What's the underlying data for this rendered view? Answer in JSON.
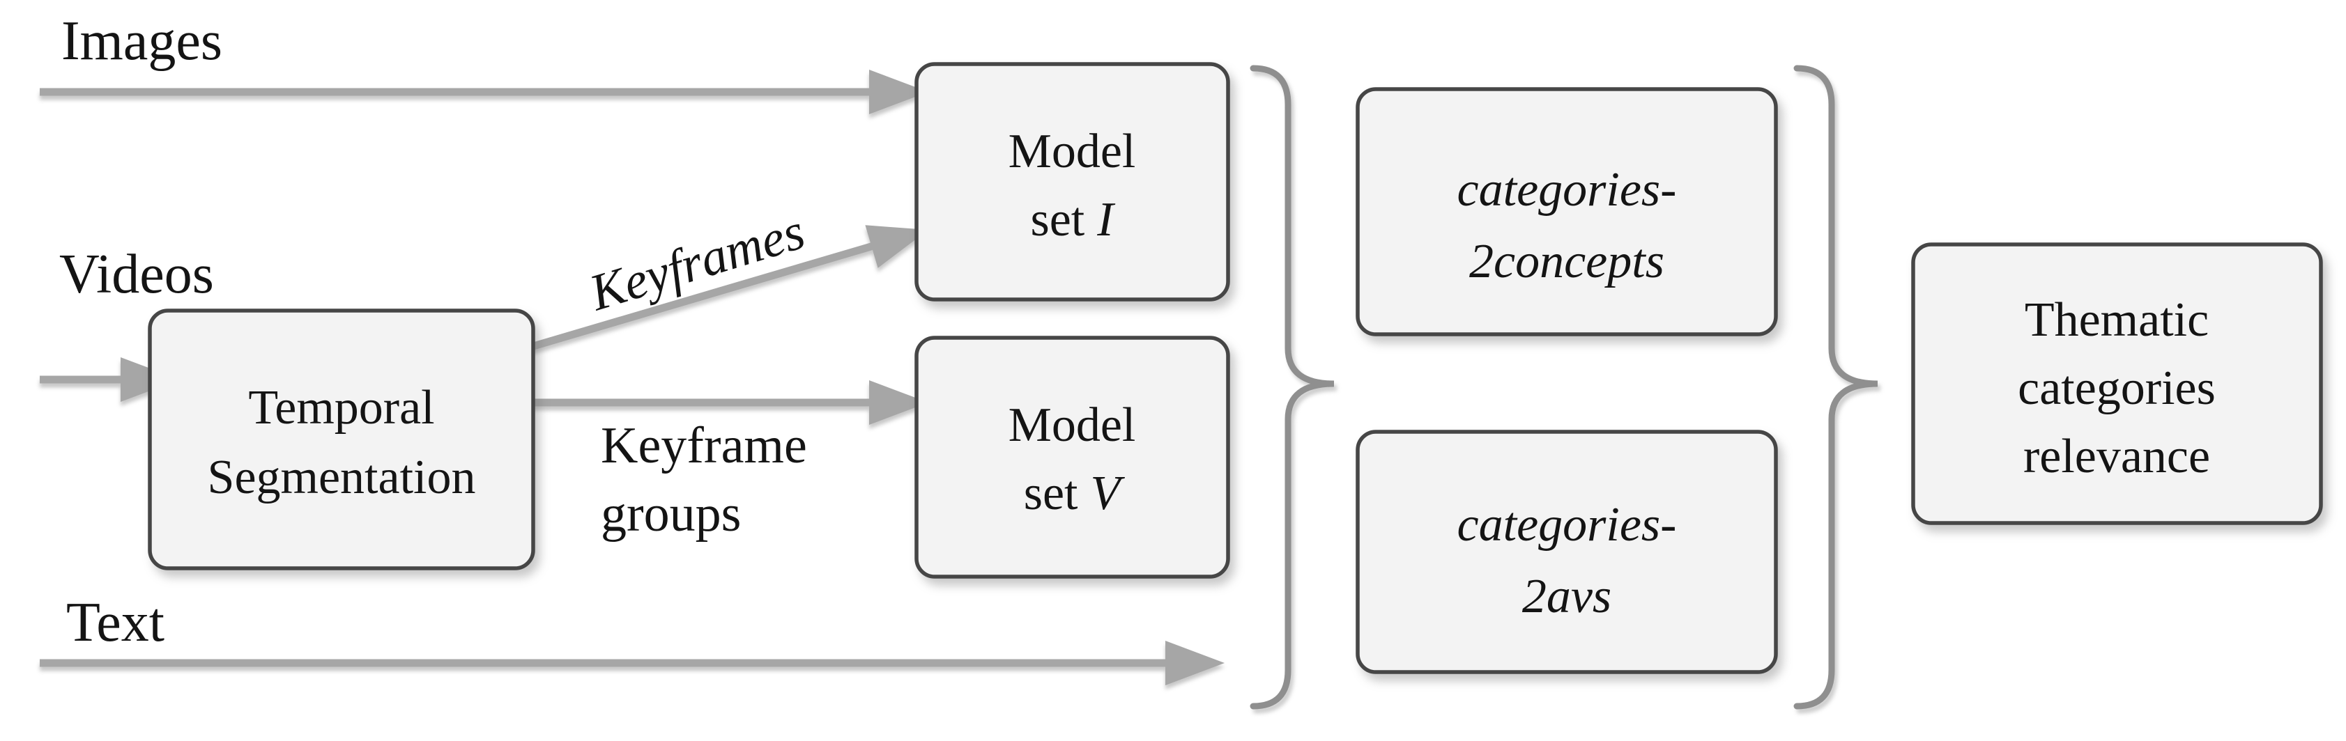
{
  "figure": {
    "background": "#ffffff",
    "colors": {
      "arrow": "#a6a6a6",
      "brace": "#8f8f8f",
      "box_fill": "#f3f3f3",
      "box_border": "#464646",
      "text_color": "#141414"
    },
    "input_labels": {
      "images": "Images",
      "videos": "Videos",
      "text": "Text"
    },
    "edge_labels": {
      "keyframes": "Keyframes",
      "keyframe_groups_line1": "Keyframe",
      "keyframe_groups_line2": "groups"
    },
    "boxes": {
      "temporal_segmentation": {
        "line1": "Temporal",
        "line2": "Segmentation"
      },
      "model_set_i": {
        "line1": "Model",
        "line2_prefix": "set",
        "line2_symbol": "I"
      },
      "model_set_v": {
        "line1": "Model",
        "line2_prefix": "set",
        "line2_symbol": "V"
      },
      "categories_2concepts": {
        "line1": "categories-",
        "line2": "2concepts"
      },
      "categories_2avs": {
        "line1": "categories-",
        "line2": "2avs"
      },
      "thematic_categories_relevance": {
        "line1": "Thematic",
        "line2": "categories",
        "line3": "relevance"
      }
    }
  }
}
